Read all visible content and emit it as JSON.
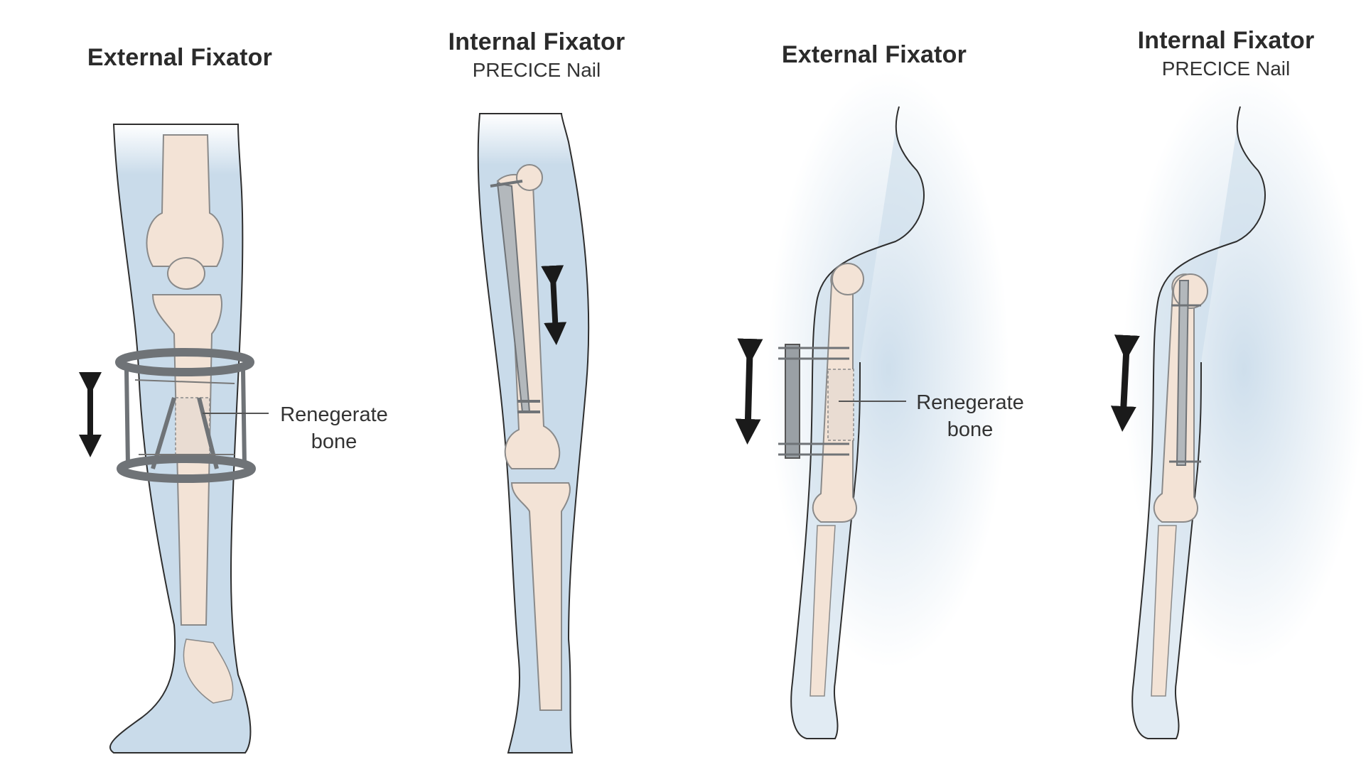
{
  "panels": [
    {
      "title": "External Fixator",
      "subtitle": ""
    },
    {
      "title": "Internal Fixator",
      "subtitle": "PRECICE Nail"
    },
    {
      "title": "External Fixator",
      "subtitle": ""
    },
    {
      "title": "Internal Fixator",
      "subtitle": "PRECICE Nail"
    }
  ],
  "labels": {
    "leg_regenerate_line1": "Renegerate",
    "leg_regenerate_line2": "bone",
    "arm_regenerate_line1": "Renegerate",
    "arm_regenerate_line2": "bone"
  },
  "icons": [
    "double-arrow-icon"
  ],
  "colors": {
    "soft_tissue": "#c9dbea",
    "soft_tissue_edge": "#9fb9d0",
    "bone": "#f3e3d6",
    "bone_outline": "#8a8a8a",
    "outline": "#2e2e2e",
    "frame_metal": "#6f7377",
    "nail": "#9aa0a5",
    "arrow": "#1a1a1a"
  }
}
